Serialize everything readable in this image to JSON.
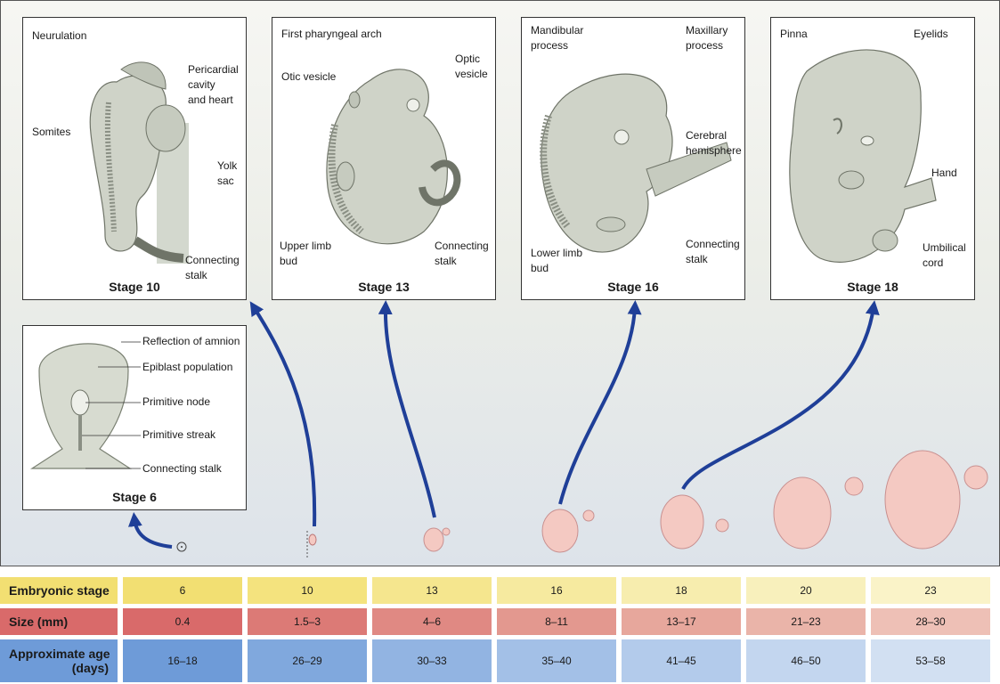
{
  "stages": {
    "s10": {
      "title": "Stage 10",
      "labels": {
        "neurulation": "Neurulation",
        "pericardial_1": "Pericardial",
        "pericardial_2": "cavity",
        "pericardial_3": "and heart",
        "somites": "Somites",
        "yolk_1": "Yolk",
        "yolk_2": "sac",
        "stalk_1": "Connecting",
        "stalk_2": "stalk"
      }
    },
    "s13": {
      "title": "Stage 13",
      "labels": {
        "pharyngeal": "First pharyngeal arch",
        "otic": "Otic vesicle",
        "optic_1": "Optic",
        "optic_2": "vesicle",
        "limb_1": "Upper limb",
        "limb_2": "bud",
        "stalk_1": "Connecting",
        "stalk_2": "stalk"
      }
    },
    "s16": {
      "title": "Stage 16",
      "labels": {
        "mandibular_1": "Mandibular",
        "mandibular_2": "process",
        "maxillary_1": "Maxillary",
        "maxillary_2": "process",
        "cerebral_1": "Cerebral",
        "cerebral_2": "hemisphere",
        "limb_1": "Lower limb",
        "limb_2": "bud",
        "stalk_1": "Connecting",
        "stalk_2": "stalk"
      }
    },
    "s18": {
      "title": "Stage 18",
      "labels": {
        "pinna": "Pinna",
        "eyelids": "Eyelids",
        "hand": "Hand",
        "cord_1": "Umbilical",
        "cord_2": "cord"
      }
    },
    "s6": {
      "title": "Stage 6",
      "labels": {
        "amnion": "Reflection of amnion",
        "epiblast": "Epiblast population",
        "node": "Primitive node",
        "streak": "Primitive streak",
        "stalk": "Connecting stalk"
      }
    }
  },
  "table": {
    "rows": [
      {
        "header": "Embryonic stage",
        "cells": [
          "6",
          "10",
          "13",
          "16",
          "18",
          "20",
          "23"
        ]
      },
      {
        "header": "Size (mm)",
        "cells": [
          "0.4",
          "1.5–3",
          "4–6",
          "8–11",
          "13–17",
          "21–23",
          "28–30"
        ]
      },
      {
        "header_1": "Approximate age",
        "header_2": "(days)",
        "cells": [
          "16–18",
          "26–29",
          "30–33",
          "35–40",
          "41–45",
          "46–50",
          "53–58"
        ]
      }
    ]
  },
  "colors": {
    "arrow": "#1f3f98",
    "embryo_gray": "#cfd3c8",
    "embryo_pink": "#f4c9c2",
    "row_yellow_dark": "#f2df72",
    "row_yellow_light": "#faf3c8",
    "row_red_dark": "#d96a6a",
    "row_red_light": "#eec0b6",
    "row_blue_dark": "#6e9bd8",
    "row_blue_light": "#d2e0f2"
  }
}
